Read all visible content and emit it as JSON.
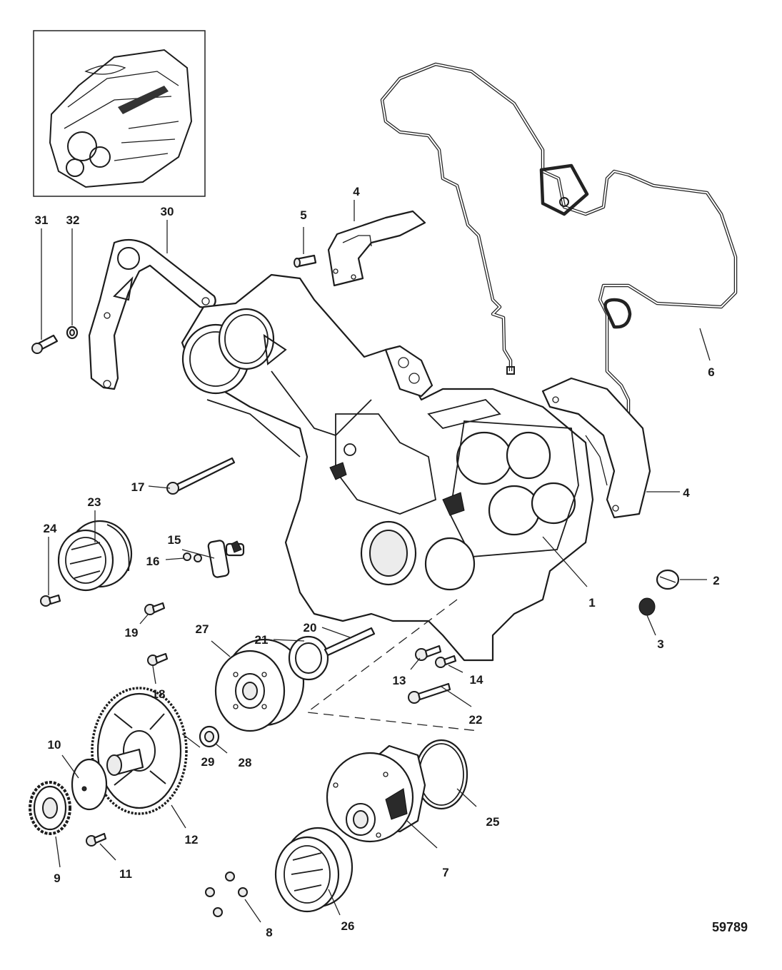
{
  "figure": {
    "number": "59789"
  },
  "callouts": [
    {
      "label": "1"
    },
    {
      "label": "2"
    },
    {
      "label": "3"
    },
    {
      "label": "4"
    },
    {
      "label": "4"
    },
    {
      "label": "5"
    },
    {
      "label": "6"
    },
    {
      "label": "7"
    },
    {
      "label": "8"
    },
    {
      "label": "9"
    },
    {
      "label": "10"
    },
    {
      "label": "11"
    },
    {
      "label": "12"
    },
    {
      "label": "13"
    },
    {
      "label": "14"
    },
    {
      "label": "15"
    },
    {
      "label": "16"
    },
    {
      "label": "17"
    },
    {
      "label": "18"
    },
    {
      "label": "19"
    },
    {
      "label": "20"
    },
    {
      "label": "21"
    },
    {
      "label": "22"
    },
    {
      "label": "23"
    },
    {
      "label": "24"
    },
    {
      "label": "25"
    },
    {
      "label": "26"
    },
    {
      "label": "27"
    },
    {
      "label": "28"
    },
    {
      "label": "29"
    },
    {
      "label": "30"
    },
    {
      "label": "31"
    },
    {
      "label": "32"
    }
  ]
}
